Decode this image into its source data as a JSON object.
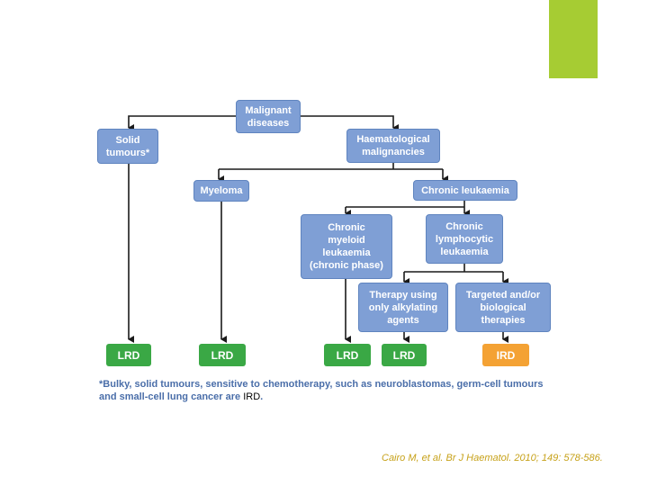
{
  "colors": {
    "accent_bar": "#a6cc33",
    "box_blue": "#7f9fd5",
    "lrd_green": "#3aa845",
    "ird_orange": "#f4a234",
    "line": "#1a1a1a",
    "footnote_text": "#4a6ea9",
    "citation_text": "#c7a21a"
  },
  "nodes": {
    "malignant": "Malignant\ndiseases",
    "solid": "Solid\ntumours*",
    "haemato": "Haematological\nmalignancies",
    "myeloma": "Myeloma",
    "chronic_leukaemia": "Chronic leukaemia",
    "cml": "Chronic\nmyeloid\nleukaemia\n(chronic phase)",
    "cll": "Chronic\nlymphocytic\nleukaemia",
    "alkylating": "Therapy using\nonly alkylating\nagents",
    "targeted": "Targeted and/or\nbiological\ntherapies"
  },
  "outcomes": {
    "lrd_1": "LRD",
    "lrd_2": "LRD",
    "lrd_3": "LRD",
    "lrd_4": "LRD",
    "ird_1": "IRD"
  },
  "footnote": {
    "text": "*Bulky, solid tumours, sensitive to chemotherapy, such as neuroblastomas, germ-cell tumours and small-cell lung cancer are ",
    "highlight": "IRD",
    "end": "."
  },
  "citation": "Cairo M, et al. Br J Haematol. 2010; 149: 578-586."
}
